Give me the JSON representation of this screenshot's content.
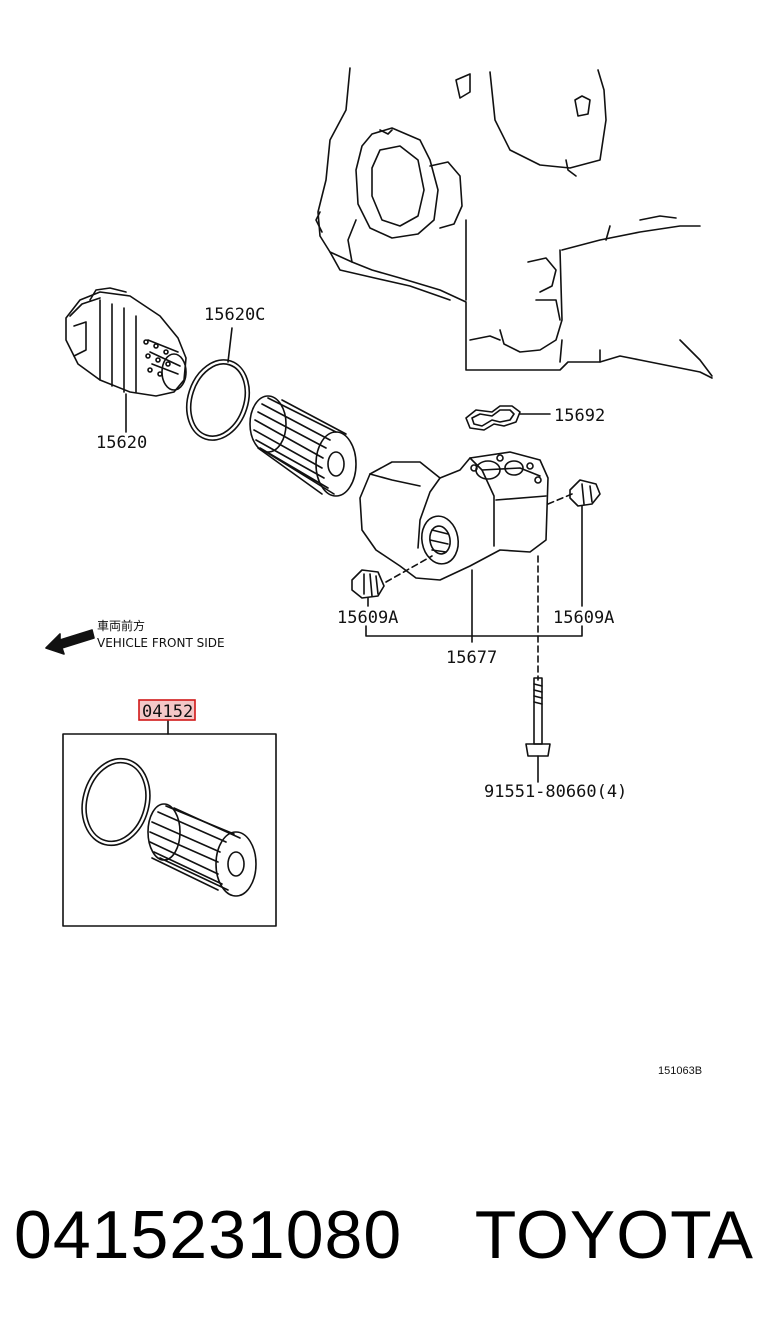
{
  "diagram": {
    "labels": {
      "cap": "15620",
      "cap_oring": "15620C",
      "gasket": "15692",
      "plug_left": "15609A",
      "plug_right": "15609A",
      "housing": "15677",
      "bolt": "91551-80660(4)",
      "kit": "04152",
      "front_jp": "車両前方",
      "front_en": "VEHICLE FRONT SIDE",
      "figure_code": "151063B"
    }
  },
  "footer": {
    "part_number": "0415231080",
    "brand": "TOYOTA"
  }
}
